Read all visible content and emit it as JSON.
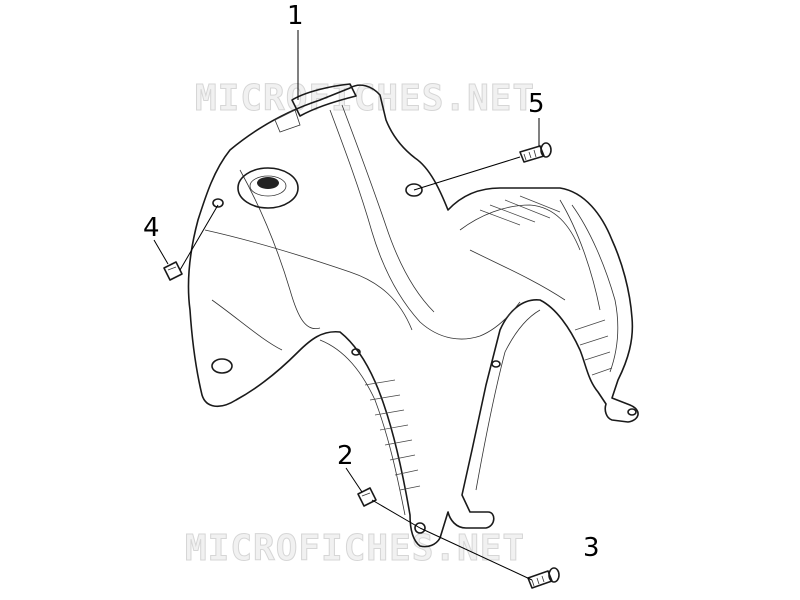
{
  "diagram": {
    "watermarks": [
      "MICROFICHES.NET",
      "MICROFICHES.NET"
    ],
    "callouts": [
      "1",
      "2",
      "3",
      "4",
      "5"
    ]
  }
}
